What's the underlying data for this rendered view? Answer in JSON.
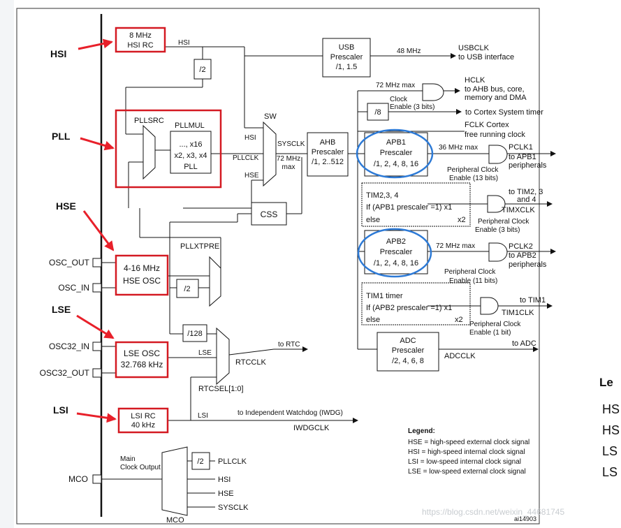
{
  "diagram_id": "ai14903",
  "watermark": "https://blog.csdn.net/weixin_44681745",
  "callouts": {
    "hsi": "HSI",
    "pll": "PLL",
    "hse": "HSE",
    "lse": "LSE",
    "lsi": "LSI"
  },
  "blocks": {
    "hsi_rc": [
      "8 MHz",
      "HSI RC"
    ],
    "hse_osc": [
      "4-16 MHz",
      "HSE OSC"
    ],
    "lse_osc": [
      "LSE OSC",
      "32.768 kHz"
    ],
    "lsi_rc": [
      "LSI RC",
      "40 kHz"
    ],
    "pll": [
      "..., x16",
      "x2, x3, x4",
      "PLL"
    ],
    "usb_prescaler": [
      "USB",
      "Prescaler",
      "/1, 1.5"
    ],
    "ahb_prescaler": [
      "AHB",
      "Prescaler",
      "/1, 2..512"
    ],
    "apb1_prescaler": [
      "APB1",
      "Prescaler",
      "/1, 2, 4, 8, 16"
    ],
    "apb2_prescaler": [
      "APB2",
      "Prescaler",
      "/1, 2, 4, 8, 16"
    ],
    "adc_prescaler": [
      "ADC",
      "Prescaler",
      "/2, 4, 6, 8"
    ],
    "css": "CSS",
    "div2_hsi": "/2",
    "div2_hse": "/2",
    "div128": "/128",
    "div8": "/8",
    "div2_mco": "/2",
    "tim234": [
      "TIM2,3, 4",
      "If (APB1 prescaler =1) x1",
      "else",
      "x2"
    ],
    "tim1": [
      "TIM1 timer",
      "If (APB2 prescaler =1) x1",
      "else",
      "x2"
    ]
  },
  "labels": {
    "hsi_wire": "HSI",
    "pllsrc": "PLLSRC",
    "pllmul": "PLLMUL",
    "sw": "SW",
    "sw_hsi": "HSI",
    "sw_hse": "HSE",
    "pllclk_wire": "PLLCLK",
    "sysclk_wire": "SYSCLK",
    "sysclk_max": [
      "72 MHz",
      "max"
    ],
    "pllxtpre": "PLLXTPRE",
    "osc_out": "OSC_OUT",
    "osc_in": "OSC_IN",
    "osc32_in": "OSC32_IN",
    "osc32_out": "OSC32_OUT",
    "mco_pin": "MCO",
    "mco_mux": "MCO",
    "main_clock_output": [
      "Main",
      "Clock Output"
    ],
    "mco_pllclk": "PLLCLK",
    "mco_hsi": "HSI",
    "mco_hse": "HSE",
    "mco_sysclk": "SYSCLK",
    "lse_wire": "LSE",
    "lsi_wire": "LSI",
    "rtcclk": "RTCCLK",
    "rtcsel": "RTCSEL[1:0]",
    "to_rtc": "to RTC",
    "to_iwdg": "to Independent Watchdog (IWDG)",
    "iwdgclk": "IWDGCLK",
    "usb_48mhz": "48 MHz",
    "usbclk": [
      "USBCLK",
      "to USB interface"
    ],
    "ahb_72max": "72 MHz max",
    "clock_enable": [
      "Clock",
      "Enable (3 bits)"
    ],
    "hclk": [
      "HCLK",
      "to AHB bus, core,",
      "memory and DMA"
    ],
    "cortex_timer": "to Cortex System timer",
    "fclk": [
      "FCLK Cortex",
      "free running clock"
    ],
    "apb1_36max": "36 MHz max",
    "pclk1": [
      "PCLK1",
      "to APB1",
      "peripherals"
    ],
    "apb1_enable": [
      "Peripheral Clock",
      "Enable (13 bits)"
    ],
    "timxclk": [
      "to TIM2, 3",
      "and 4",
      "TIMXCLK"
    ],
    "tim234_enable": [
      "Peripheral Clock",
      "Enable (3 bits)"
    ],
    "apb2_72max": "72 MHz max",
    "pclk2": [
      "PCLK2",
      "to APB2",
      "peripherals"
    ],
    "apb2_enable": [
      "Peripheral Clock",
      "Enable (11 bits)"
    ],
    "tim1clk": [
      "to TIM1",
      "TIM1CLK"
    ],
    "tim1_enable": [
      "Peripheral Clock",
      "Enable (1 bit)"
    ],
    "adcclk": [
      "to ADC",
      "ADCCLK"
    ]
  },
  "legend": {
    "title": "Legend:",
    "items": [
      "HSE = high-speed external clock signal",
      "HSI = high-speed internal clock signal",
      "LSI = low-speed internal clock signal",
      "LSE = low-speed external clock signal"
    ],
    "side_title": "Le",
    "side_items": [
      "HS",
      "HS",
      "LS",
      "LS"
    ]
  },
  "colors": {
    "callout": "#e8202a",
    "highlight": "#2d7ad6",
    "line": "#111111"
  }
}
